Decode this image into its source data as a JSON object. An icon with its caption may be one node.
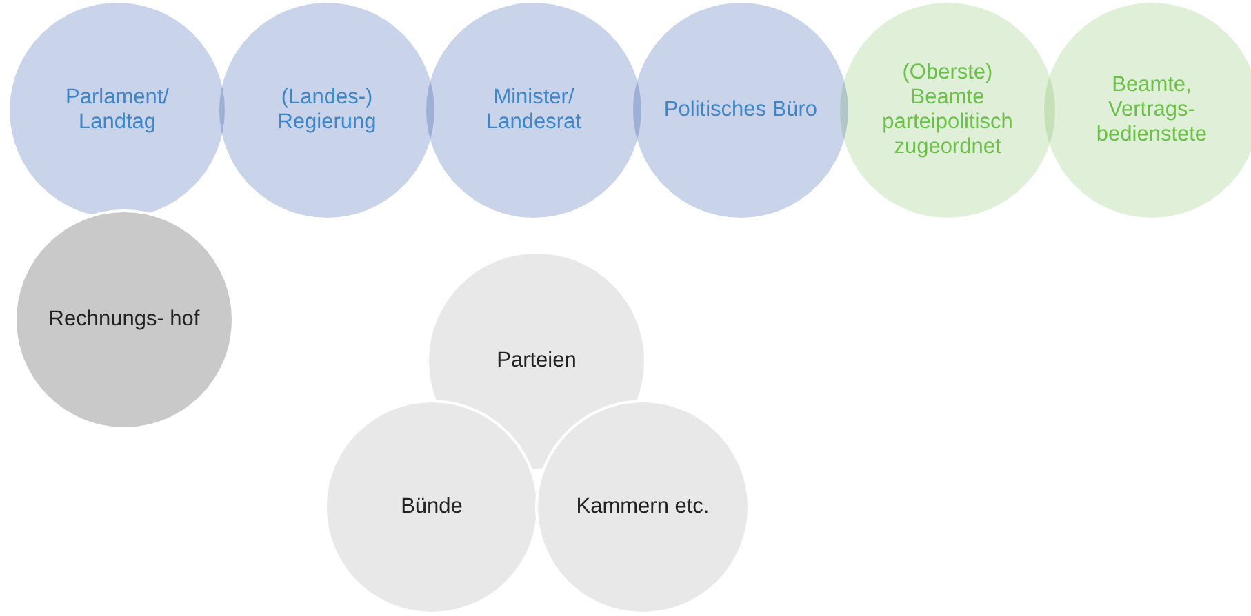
{
  "diagram": {
    "nodes": [
      {
        "text": [
          "Parlament/ Landtag"
        ]
      },
      {
        "text": [
          "(Landes-) Regierung"
        ]
      },
      {
        "text": [
          "Minister/ Landesrat"
        ]
      },
      {
        "text": [
          "Politisches Büro"
        ]
      },
      {
        "text": [
          "(Oberste) Beamte parteipolitisch zugeordnet"
        ]
      },
      {
        "text": [
          "Beamte, Vertrags- bedienstete"
        ]
      },
      {
        "text": [
          "Rechnungs- hof"
        ]
      },
      {
        "text": [
          "Parteien"
        ]
      },
      {
        "text": [
          "Bünde"
        ]
      },
      {
        "text": [
          "Kammern etc."
        ]
      }
    ]
  }
}
